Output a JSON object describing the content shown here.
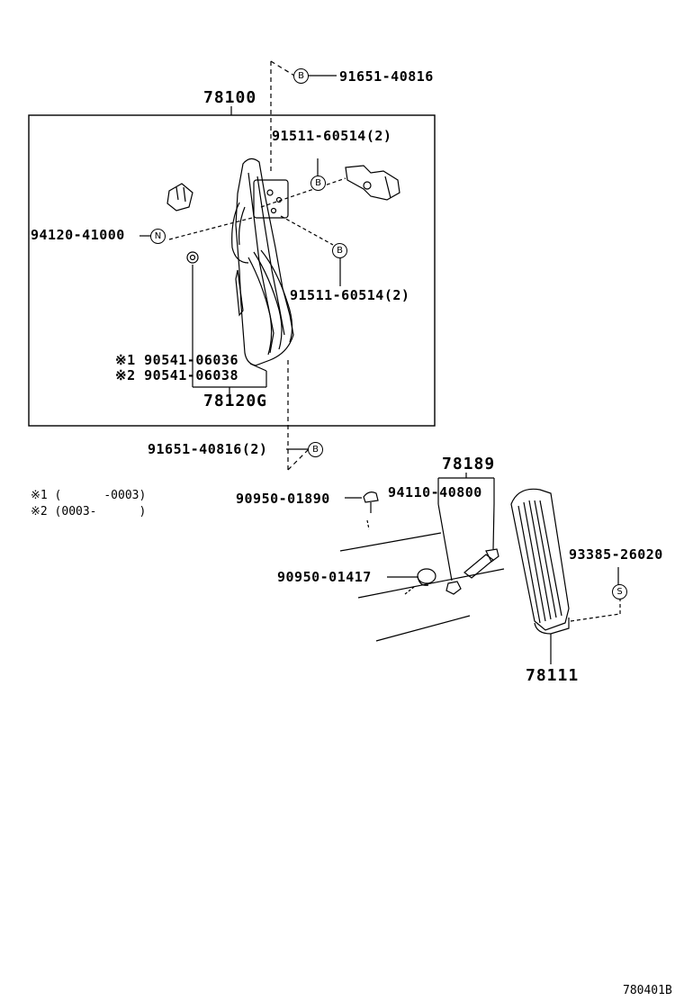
{
  "parts": {
    "p78100": "78100",
    "p91651_top": "91651-40816",
    "p91511_top": "91511-60514(2)",
    "p94120": "94120-41000",
    "p91511_mid": "91511-60514(2)",
    "p90541_1": "※1 90541-06036",
    "p90541_2": "※2 90541-06038",
    "p78120g": "78120G",
    "p91651_bottom": "91651-40816(2)",
    "p78189": "78189",
    "p90950_01890": "90950-01890",
    "p94110": "94110-40800",
    "p93385": "93385-26020",
    "p90950_01417": "90950-01417",
    "p78111": "78111"
  },
  "callouts": {
    "b": "B",
    "n": "N",
    "s": "S"
  },
  "notes": {
    "note1": "※1 (      -0003)",
    "note2": "※2 (0003-      )"
  },
  "figure_code": "780401B"
}
